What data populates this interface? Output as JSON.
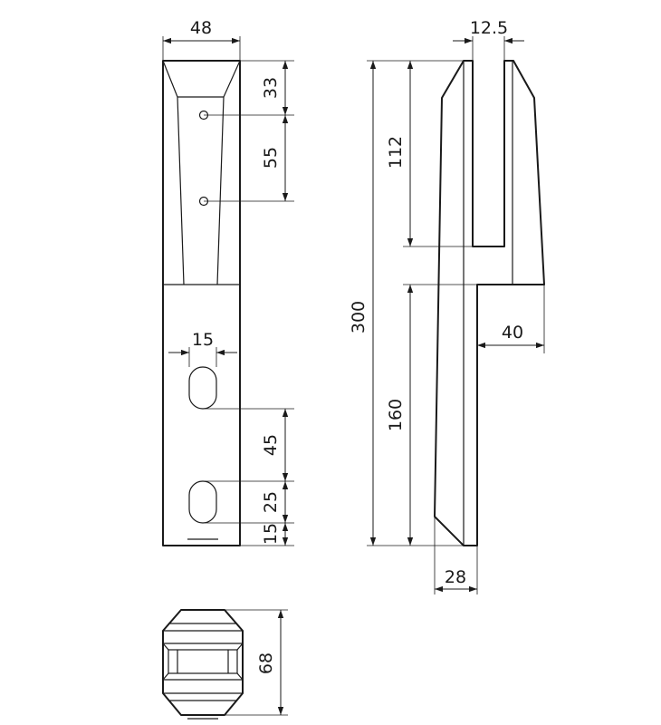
{
  "dimensions": {
    "front_width": "48",
    "hole_offset_top": "33",
    "hole_spacing": "55",
    "slot_width": "15",
    "slot_spacing": "45",
    "slot_length": "25",
    "slot_offset_bottom": "15",
    "side_glass_gap": "12.5",
    "side_channel_depth": "112",
    "side_total_height": "300",
    "side_lower_height": "160",
    "side_offset": "40",
    "side_bottom_width": "28",
    "top_view_depth": "68"
  }
}
